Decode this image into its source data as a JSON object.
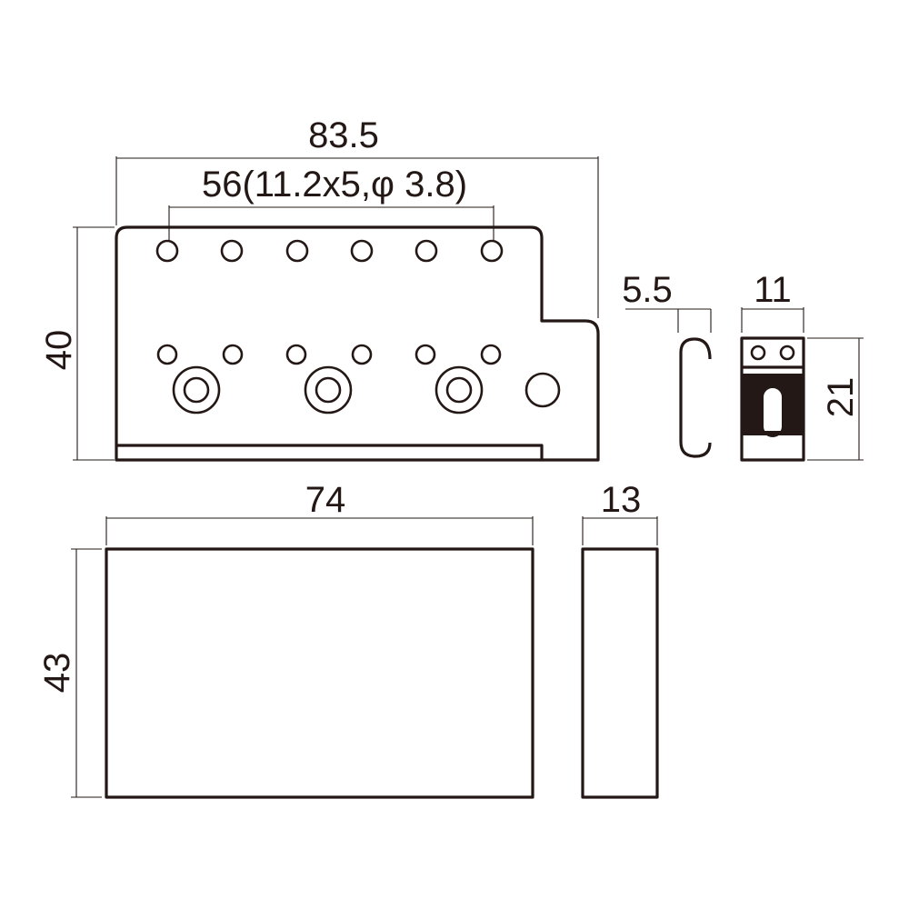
{
  "dimensions": {
    "baseplate_width": "83.5",
    "string_spacing": "56(11.2x5,φ 3.8)",
    "baseplate_height": "40",
    "spring_claw_depth": "5.5",
    "saddle_width": "11",
    "saddle_height": "21",
    "block_width": "74",
    "block_height": "43",
    "block_depth": "13"
  },
  "colors": {
    "line": "#231815",
    "background": "#ffffff"
  }
}
